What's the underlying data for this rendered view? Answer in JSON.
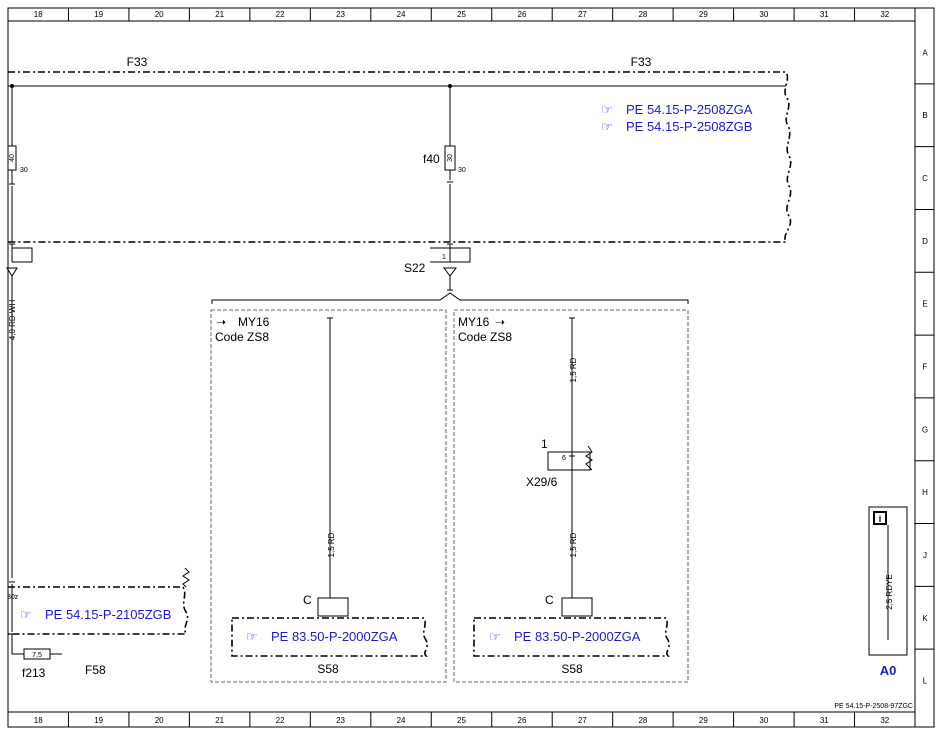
{
  "grid": {
    "columns": [
      "18",
      "19",
      "20",
      "21",
      "22",
      "23",
      "24",
      "25",
      "26",
      "27",
      "28",
      "29",
      "30",
      "31",
      "32"
    ],
    "rows": [
      "A",
      "B",
      "C",
      "D",
      "E",
      "F",
      "G",
      "H",
      "J",
      "K",
      "L"
    ]
  },
  "busbars": {
    "left_label": "F33",
    "right_label": "F33"
  },
  "references": {
    "top_ref_1": "PE 54.15-P-2508ZGA",
    "top_ref_2": "PE 54.15-P-2508ZGB",
    "left_ref": "PE 54.15-P-2105ZGB",
    "s58_left_ref": "PE 83.50-P-2000ZGA",
    "s58_right_ref": "PE 83.50-P-2000ZGA"
  },
  "fuses": {
    "left_rating": "40",
    "left_terminal": "30",
    "f40_label": "f40",
    "f40_rating": "30",
    "f40_terminal": "30",
    "f213_label": "f213",
    "f213_rating": "7,5",
    "terminal_30z": "30z"
  },
  "connectors": {
    "s22_label": "S22",
    "s22_pin": "1",
    "x29_label": "X29/6",
    "x29_pin_outer": "1",
    "x29_pin_inner": "6",
    "s58_pin_left": "C",
    "s58_pin_right": "C"
  },
  "variants": {
    "left_my": "MY16",
    "left_code": "Code ZS8",
    "right_my": "MY16",
    "right_code": "Code ZS8"
  },
  "wires": {
    "left_main": "4,0 RD WH",
    "right_upper": "1,5 RD",
    "right_lower": "1,5 RD",
    "center": "1,5 RD",
    "a0_wire": "2,5 RDYE"
  },
  "components": {
    "f58": "F58",
    "s58_left": "S58",
    "s58_right": "S58",
    "a0": "A0",
    "info_icon": "i"
  },
  "footer": {
    "doc_id": "PE 54.15-P-2508-97ZGC"
  }
}
